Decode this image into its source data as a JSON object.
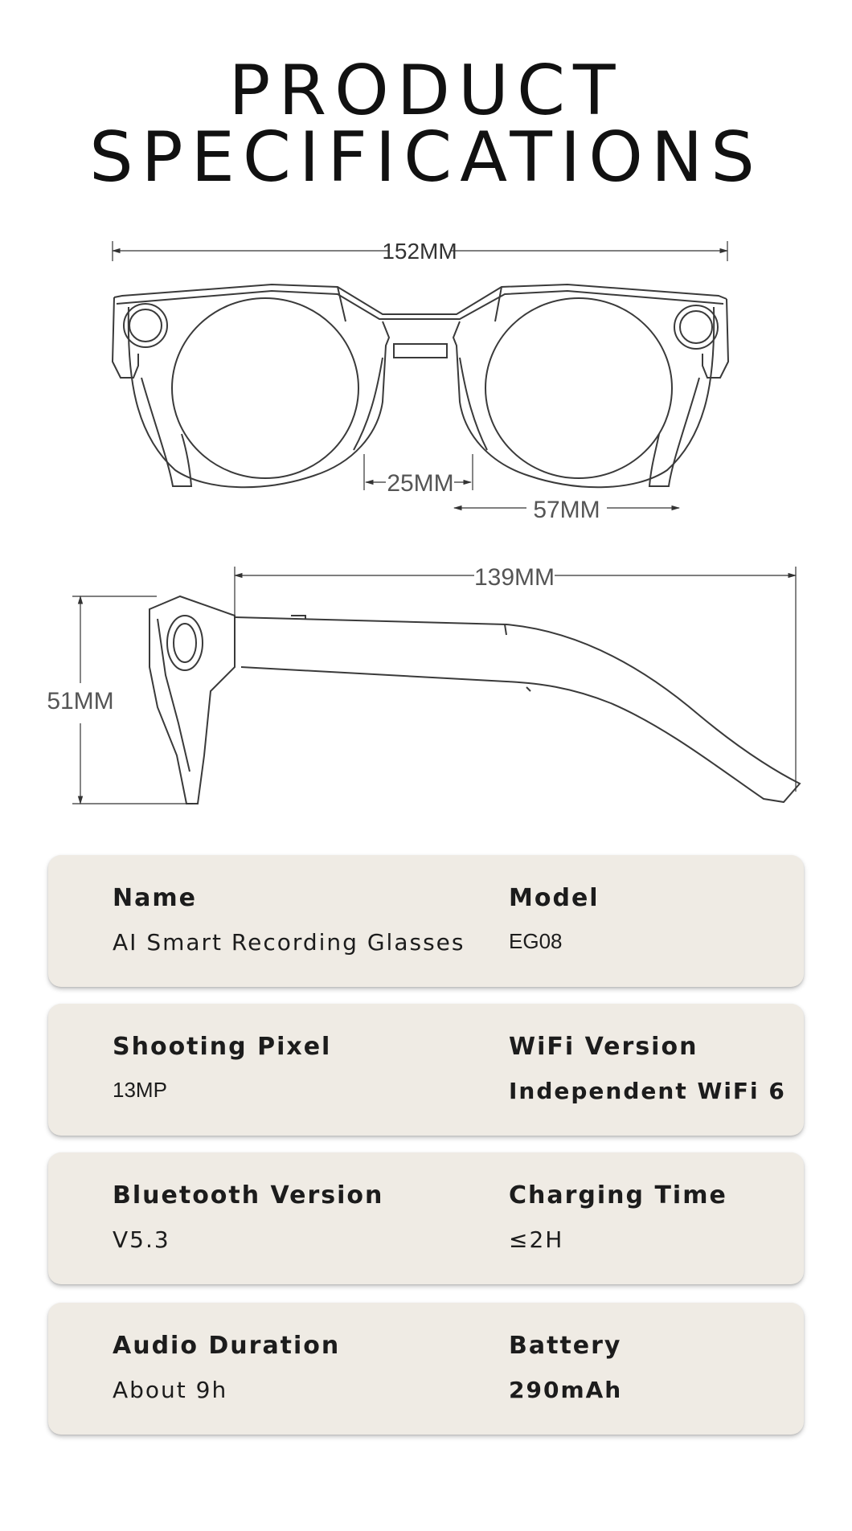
{
  "header": {
    "title_line1": "PRODUCT",
    "title_line2": "SPECIFICATIONS"
  },
  "dimensions": {
    "total_width": "152MM",
    "bridge_width": "25MM",
    "lens_width": "57MM",
    "temple_length": "139MM",
    "frame_height": "51MM"
  },
  "specs": [
    {
      "label": "Name",
      "value": "AI Smart Recording Glasses"
    },
    {
      "label": "Model",
      "value": "EG08"
    },
    {
      "label": "Shooting Pixel",
      "value": "13MP"
    },
    {
      "label": "WiFi Version",
      "value": "Independent WiFi 6"
    },
    {
      "label": "Bluetooth Version",
      "value": "V5.3"
    },
    {
      "label": "Charging Time",
      "value": "≤2H"
    },
    {
      "label": "Audio Duration",
      "value": "About 9h"
    },
    {
      "label": "Battery",
      "value": "290mAh"
    }
  ]
}
